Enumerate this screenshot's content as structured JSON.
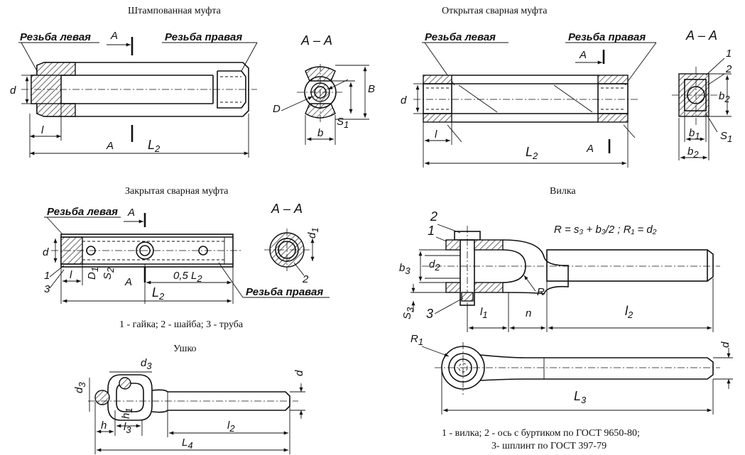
{
  "titles": {
    "stamped": "Штампованная муфта",
    "open_welded": "Открытая сварная муфта",
    "closed_welded": "Закрытая сварная муфта",
    "fork": "Вилка",
    "eye": "Ушко"
  },
  "labels": {
    "thread_left": "Резьба левая",
    "thread_right": "Резьба правая",
    "section_a": "А",
    "section_aa": "А – А"
  },
  "dims": {
    "d": "d",
    "l": "l",
    "L2": "L",
    "L2_sub": "2",
    "D": "D",
    "b": "b",
    "B": "B",
    "S": "S",
    "S_sub": "1",
    "b1": "b",
    "b1_sub": "1",
    "b2": "b",
    "b2_sub": "2",
    "S1": "S",
    "S1_sub": "1",
    "callout1": "1",
    "callout2": "2",
    "callout3": "3",
    "D1": "D",
    "D1_sub": "1",
    "s2": "S",
    "s2_sub": "2",
    "d1": "d",
    "d1_sub": "1",
    "half_l2": "0,5 L",
    "fork_formula": "R = s₃ + b₃/2 ; R₁ = d₂",
    "b3": "b",
    "b3_sub": "3",
    "d2": "d",
    "d2_sub": "2",
    "s3": "S",
    "s3_sub": "3",
    "R": "R",
    "l1": "l",
    "l1_sub": "1",
    "n": "n",
    "l2": "l",
    "l2_sub": "2",
    "R1": "R",
    "R1_sub": "1",
    "L3": "L",
    "L3_sub": "3",
    "d3": "d",
    "d3_sub": "3",
    "h": "h",
    "h1": "h",
    "h1_sub": "1",
    "l3": "l",
    "l3_sub": "3",
    "L4": "L",
    "L4_sub": "4"
  },
  "legends": {
    "closed_welded": "1 - гайка; 2 - шайба; 3 - труба",
    "fork_line1": "1 - вилка; 2 - ось с буртиком по ГОСТ 9650-80;",
    "fork_line2": "3- шплинт по ГОСТ 397-79"
  }
}
